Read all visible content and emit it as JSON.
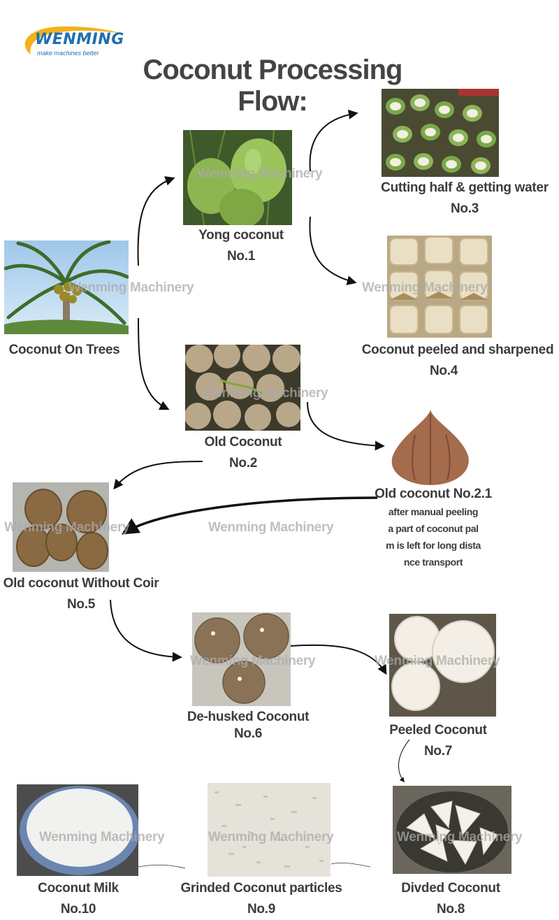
{
  "logo": {
    "brand": "WENMING",
    "tagline": "make machines better"
  },
  "title": "Coconut Processing Flow:",
  "watermark": "Wenming Machinery",
  "steps": {
    "trees": {
      "line1": "Coconut On Trees",
      "line2": ""
    },
    "young": {
      "line1": "Yong coconut",
      "line2": "No.1"
    },
    "cut": {
      "line1": "Cutting half & getting water",
      "line2": "No.3"
    },
    "peeled_sharp": {
      "line1": "Coconut peeled and sharpened",
      "line2": "No.4"
    },
    "old": {
      "line1": "Old Coconut",
      "line2": "No.2"
    },
    "old21": {
      "line1": "Old coconut  No.2.1",
      "note": [
        "after manual peeling",
        "a part of coconut pal",
        "m is left for long dista",
        "nce transport"
      ]
    },
    "nocoir": {
      "line1": "Old coconut  Without Coir",
      "line2": "No.5"
    },
    "dehusked": {
      "line1": "De-husked Coconut",
      "line2": "No.6"
    },
    "peeled": {
      "line1": "Peeled Coconut",
      "line2": "No.7"
    },
    "divided": {
      "line1": "Divded Coconut",
      "line2": "No.8"
    },
    "grinded": {
      "line1": "Grinded Coconut particles",
      "line2": "No.9"
    },
    "milk": {
      "line1": "Coconut Milk",
      "line2": "No.10"
    }
  },
  "colors": {
    "brand": "#1f6fb3",
    "swoosh": "#f2b21b",
    "text": "#3c3c3c",
    "arrow": "#111111"
  }
}
